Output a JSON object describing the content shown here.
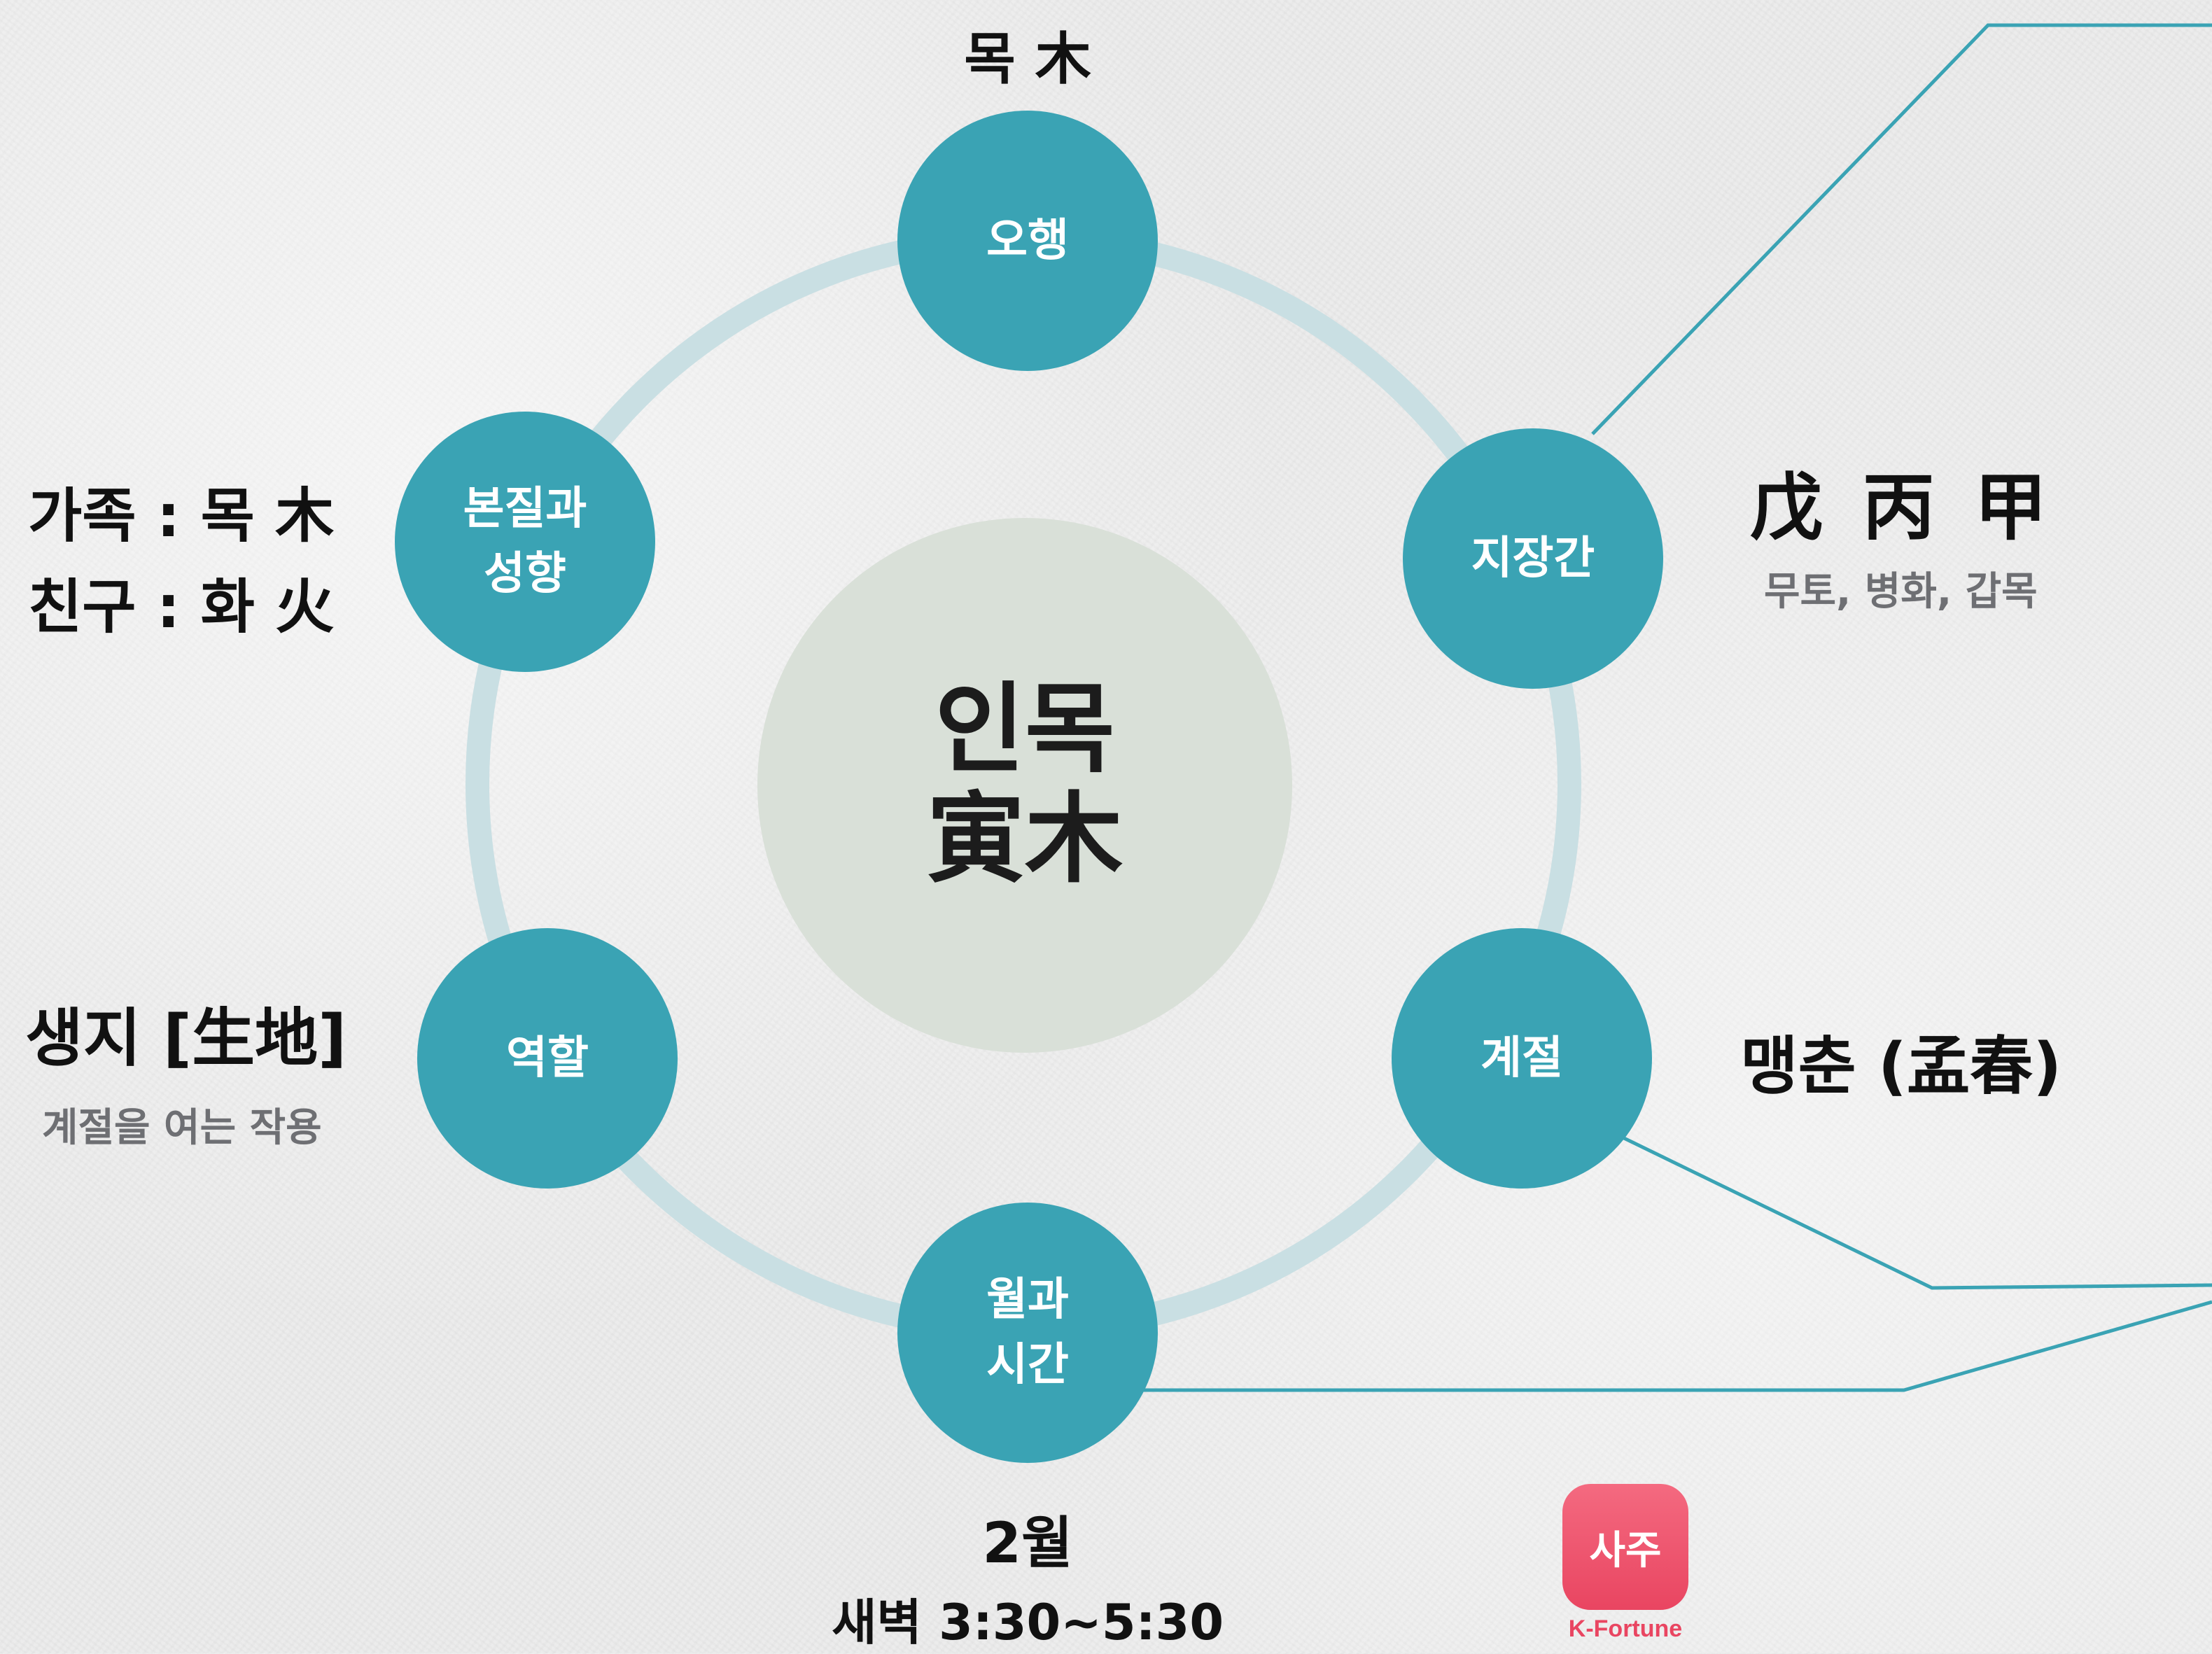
{
  "center": {
    "line1": "인목",
    "line2": "寅木"
  },
  "nodes": {
    "ohaeng": {
      "label": "오행"
    },
    "jijanggan": {
      "label": "지장간"
    },
    "season": {
      "label": "계절"
    },
    "month_time": {
      "line1": "월과",
      "line2": "시간"
    },
    "role": {
      "label": "역할"
    },
    "nature": {
      "line1": "본질과",
      "line2": "성향"
    }
  },
  "annotations": {
    "ohaeng": {
      "text": "목 木"
    },
    "jijanggan": {
      "hanja": "戊 丙 甲",
      "reading": "무토, 병화, 갑목"
    },
    "season": {
      "text": "맹춘 (孟春)"
    },
    "month_time": {
      "line1": "2월",
      "line2": "새벽 3:30~5:30"
    },
    "role": {
      "title": "생지 [生地]",
      "desc": "계절을 여는 작용"
    },
    "nature": {
      "line1": "가족 : 목 木",
      "line2": "친구 : 화 火"
    }
  },
  "logo": {
    "mark": "사주",
    "caption": "K-Fortune"
  },
  "colors": {
    "node_fill": "#3aa3b4",
    "ring": "#c9dfe3",
    "center_fill": "#d9e0d8",
    "connector": "#3aa3b4",
    "logo": "#e94561"
  }
}
